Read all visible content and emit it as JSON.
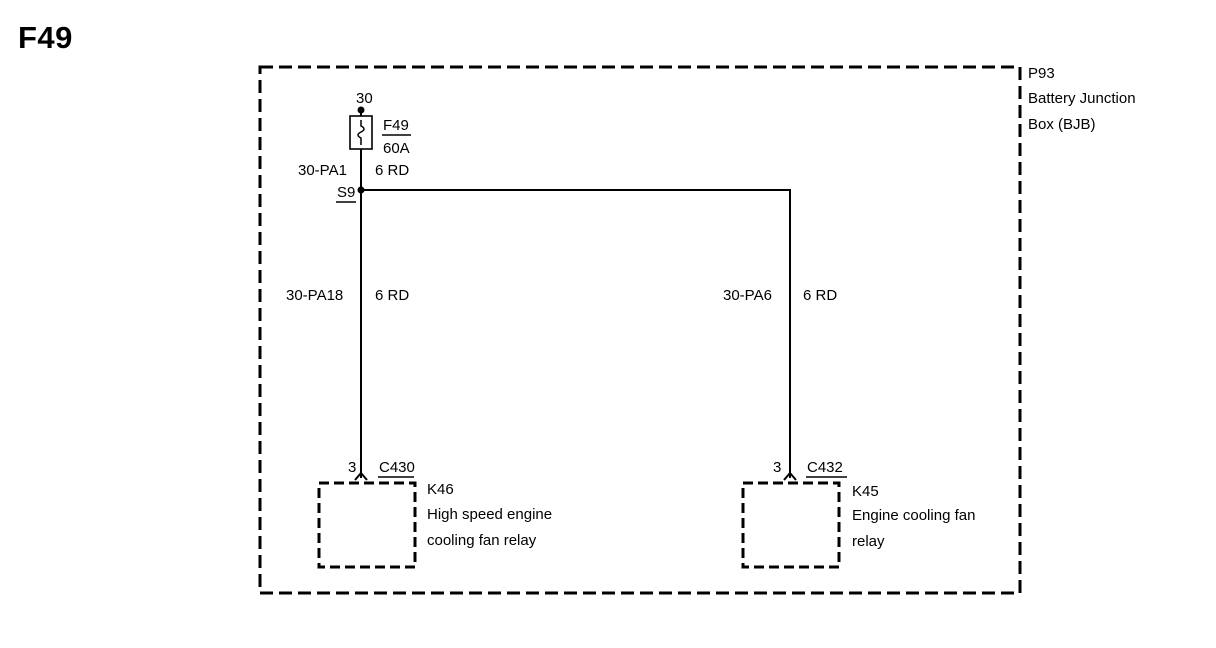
{
  "page_title": "F49",
  "junction_box": {
    "ref": "P93",
    "name_line1": "Battery Junction",
    "name_line2": "Box (BJB)"
  },
  "fuse": {
    "terminal": "30",
    "id": "F49",
    "rating": "60A"
  },
  "splice": {
    "id": "S9"
  },
  "wires": {
    "fuse_to_splice": {
      "circuit": "30-PA1",
      "spec": "6 RD"
    },
    "to_k46": {
      "circuit": "30-PA18",
      "spec": "6 RD"
    },
    "to_k45": {
      "circuit": "30-PA6",
      "spec": "6 RD"
    }
  },
  "relays": [
    {
      "pin": "3",
      "connector": "C430",
      "id": "K46",
      "desc_line1": "High speed engine",
      "desc_line2": "cooling fan relay"
    },
    {
      "pin": "3",
      "connector": "C432",
      "id": "K45",
      "desc_line1": "Engine cooling fan",
      "desc_line2": "relay"
    }
  ]
}
